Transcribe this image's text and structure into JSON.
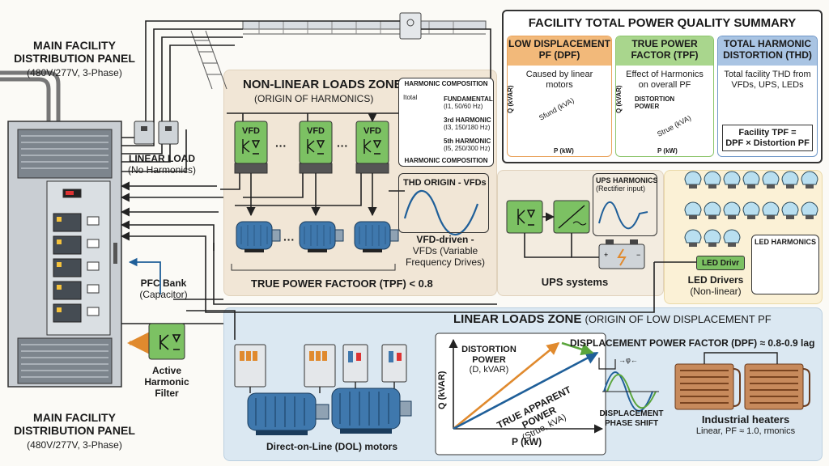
{
  "main_panel": {
    "title_line1": "MAIN FACILITY",
    "title_line2": "DISTRIBUTION PANEL",
    "rating": "(480V/277V, 3-Phase)"
  },
  "linear_load": {
    "title": "LINEAR LOAD",
    "sub": "(No Harmonics)"
  },
  "pfc_bank": {
    "title": "PFC Bank",
    "sub": "(Capacitor)"
  },
  "active_filter": {
    "line1": "Active",
    "line2": "Harmonic",
    "line3": "Filter"
  },
  "summary": {
    "title": "FACILITY TOTAL POWER QUALITY SUMMARY",
    "dpf": {
      "title_line1": "LOW DISPLACEMENT",
      "title_line2": "PF (DPF)",
      "desc_line1": "Caused by linear",
      "desc_line2": "motors",
      "y_axis": "Q (kVAR)",
      "x_axis": "P (kW)",
      "vector": "Sfund (kVA)"
    },
    "tpf": {
      "title_line1": "TRUE POWER",
      "title_line2": "FACTOR (TPF)",
      "desc_line1": "Effect of Harmonics",
      "desc_line2": "on overall PF",
      "y_axis": "Q (kVAR)",
      "x_axis": "P (kW)",
      "vector": "Strue (kVA)",
      "dist_line1": "DISTORTION",
      "dist_line2": "POWER"
    },
    "thd": {
      "title_line1": "TOTAL HARMONIC",
      "title_line2": "DISTORTION (THD)",
      "desc_line1": "Total facility THD from",
      "desc_line2": "VFDs, UPS, LEDs",
      "formula_line1": "Facility TPF =",
      "formula_line2": "DPF × Distortion PF"
    }
  },
  "nonlinear_zone": {
    "title": "NON-LINEAR LOADS ZONE",
    "subtitle": "(ORIGIN OF HARMONICS)",
    "vfd_label": "VFD",
    "ellipsis": "···",
    "harmonic_box": {
      "title": "HARMONIC COMPOSITION",
      "footer": "HARMONIC COMPOSITION",
      "total": "Itotal",
      "fundamental": "FUNDAMENTAL",
      "fundamental_sub": "(I1, 50/60 Hz)",
      "third": "3rd HARMONIC",
      "third_sub": "(I3, 150/180 Hz)",
      "fifth": "5th HARMONIC",
      "fifth_sub": "(I5, 250/300 Hz)"
    },
    "thd_origin": "THD ORIGIN - VFDs",
    "vfd_driven_line1": "VFD-driven -",
    "vfd_driven_line2": "VFDs (Variable",
    "vfd_driven_line3": "Frequency Drives)",
    "tpf_caption": "TRUE POWER FACTOOR (TPF) < 0.8",
    "ups_harm_title": "UPS HARMONICS",
    "ups_harm_sub": "(Rectifier input)",
    "ups_caption": "UPS systems"
  },
  "led_zone": {
    "driver_label": "LED Drivr",
    "harm_title": "LED HARMONICS",
    "caption_line1": "LED Drivers",
    "caption_line2": "(Non-linear)"
  },
  "linear_zone": {
    "title_bold": "LINEAR LOADS ZONE",
    "title_rest": "(ORIGIN OF LOW DISPLACEMENT PF",
    "dpf_caption": "DISPLACEMENT POWER FACTOR (DPF) ≈ 0.8-0.9 lag",
    "dist_line1": "DISTORTION",
    "dist_line2": "POWER",
    "dist_line3": "(D, kVAR)",
    "true_app_line1": "TRUE APPARENT POWER",
    "true_app_line2": "(Strue, kVA)",
    "y_axis": "Q (kVAR)",
    "x_axis": "P (kW)",
    "phase_line1": "DISPLACEMENT",
    "phase_line2": "PHASE SHIFT",
    "phi": "→φ←",
    "dol_caption": "Direct-on-Line (DOL) motors",
    "heater_title": "Industrial heaters",
    "heater_sub": "Linear, PF ≈ 1.0, rmonics"
  },
  "colors": {
    "orange": "#e9a25a",
    "green": "#8cc56b",
    "blue": "#6f97c8",
    "motor": "#3f78ad",
    "beige": "#f1e6d6",
    "lightblue": "#dbe8f2",
    "cream": "#fbf1d6"
  }
}
